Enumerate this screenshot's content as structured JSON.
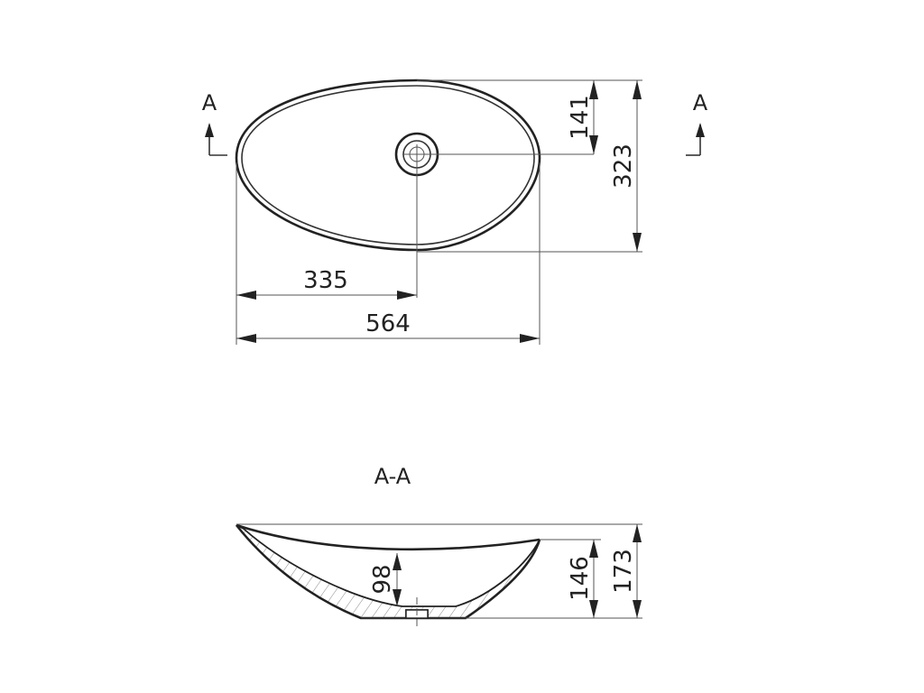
{
  "plan_view": {
    "section_marker_left": "A",
    "section_marker_right": "A",
    "dimensions": {
      "drain_offset_vertical": "141",
      "overall_width": "323",
      "drain_offset_horizontal": "335",
      "overall_length": "564"
    }
  },
  "section_view": {
    "title": "A-A",
    "dimensions": {
      "bowl_depth": "98",
      "inner_height": "146",
      "overall_height": "173"
    }
  }
}
